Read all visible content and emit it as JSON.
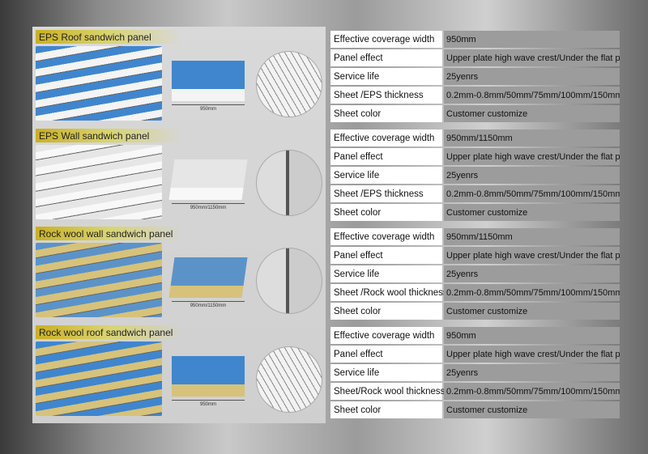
{
  "sections": [
    {
      "title": "EPS Roof sandwich panel",
      "dimension": "950mm",
      "kind": "roof-eps",
      "color_face": "#3f86cf",
      "color_core": "#f4f4f4",
      "rows": [
        {
          "label": "Effective coverage width",
          "value": "950mm"
        },
        {
          "label": "Panel effect",
          "value": "Upper plate high wave crest/Under the flat plate"
        },
        {
          "label": "Service life",
          "value": "25yenrs"
        },
        {
          "label": "Sheet /EPS thickness",
          "value": "0.2mm-0.8mm/50mm/75mm/100mm/150mm"
        },
        {
          "label": "Sheet color",
          "value": "Customer customize"
        }
      ]
    },
    {
      "title": "EPS Wall sandwich panel",
      "dimension": "950mm/1150mm",
      "kind": "wall-eps",
      "color_face": "#e6e6e6",
      "color_core": "#f8f8f8",
      "rows": [
        {
          "label": "Effective coverage width",
          "value": "950mm/1150mm"
        },
        {
          "label": "Panel effect",
          "value": "Upper plate high wave crest/Under the flat plate"
        },
        {
          "label": "Service life",
          "value": "25yenrs"
        },
        {
          "label": "Sheet /EPS thickness",
          "value": "0.2mm-0.8mm/50mm/75mm/100mm/150mm"
        },
        {
          "label": "Sheet color",
          "value": "Customer customize"
        }
      ]
    },
    {
      "title": "Rock wool wall sandwich panel",
      "dimension": "950mm/1150mm",
      "kind": "wall-rockwool",
      "color_face": "#5b93c9",
      "color_core": "#d6c27a",
      "rows": [
        {
          "label": "Effective coverage width",
          "value": "950mm/1150mm"
        },
        {
          "label": "Panel effect",
          "value": "Upper plate high wave crest/Under the flat plate"
        },
        {
          "label": "Service life",
          "value": "25yenrs"
        },
        {
          "label": "Sheet /Rock wool thickness",
          "value": "0.2mm-0.8mm/50mm/75mm/100mm/150mm"
        },
        {
          "label": "Sheet color",
          "value": "Customer customize"
        }
      ]
    },
    {
      "title": "Rock wool roof sandwich panel",
      "dimension": "950mm",
      "kind": "roof-rockwool",
      "color_face": "#3f86cf",
      "color_core": "#d6c27a",
      "rows": [
        {
          "label": "Effective coverage width",
          "value": "950mm"
        },
        {
          "label": "Panel effect",
          "value": "Upper plate high wave crest/Under the flat plate"
        },
        {
          "label": "Service life",
          "value": "25yenrs"
        },
        {
          "label": "Sheet/Rock wool thickness",
          "value": "0.2mm-0.8mm/50mm/75mm/100mm/150mm"
        },
        {
          "label": "Sheet color",
          "value": "Customer customize"
        }
      ]
    }
  ]
}
